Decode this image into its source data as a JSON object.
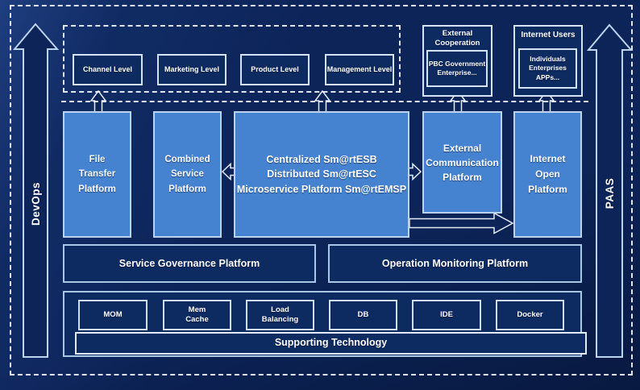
{
  "colors": {
    "background": "#0c2458",
    "platform_blue": "#4583d1",
    "outline_light": "#bdd4ef",
    "text": "#ffffff"
  },
  "side_rails": {
    "left_arrow_label": "DevOps",
    "right_arrow_label": "PAAS"
  },
  "business_levels": {
    "items": [
      "Channel Level",
      "Marketing Level",
      "Product Level",
      "Management Level"
    ]
  },
  "external_cooperation": {
    "title": "External\nCooperation",
    "members": "PBC Government\nEnterprise..."
  },
  "internet_users": {
    "title": "Internet Users",
    "members": "Individuals\nEnterprises\nAPPs..."
  },
  "platforms": {
    "file_transfer": "File\nTransfer\nPlatform",
    "combined_service": "Combined\nService\nPlatform",
    "esb_core": "Centralized Sm@rtESB\nDistributed Sm@rtESC\nMicroservice Platform Sm@rtEMSP",
    "external_communication": "External\nCommunication\nPlatform",
    "internet_open": "Internet\nOpen\nPlatform"
  },
  "management_platforms": {
    "service_governance": "Service Governance Platform",
    "operation_monitoring": "Operation Monitoring Platform"
  },
  "supporting": {
    "technologies": [
      "MOM",
      "Mem\nCache",
      "Load\nBalancing",
      "DB",
      "IDE",
      "Docker"
    ],
    "bar_label": "Supporting Technology"
  }
}
